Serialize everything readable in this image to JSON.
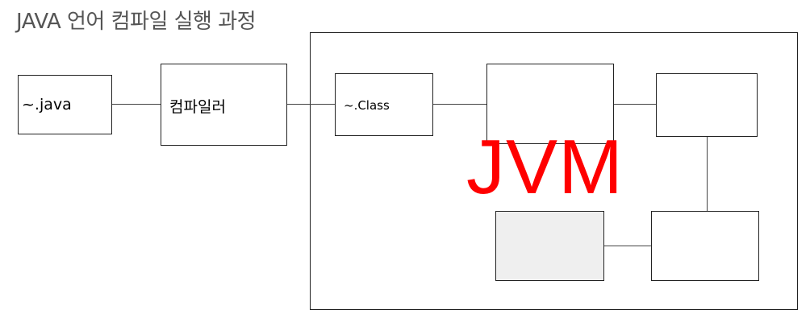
{
  "title": "JAVA 언어 컴파일 실행 과정",
  "nodes": {
    "source_file": "~.java",
    "compiler": "컴파일러",
    "class_file": "~.Class"
  },
  "jvm": {
    "label": "JVM",
    "label_color": "#ff0000"
  }
}
